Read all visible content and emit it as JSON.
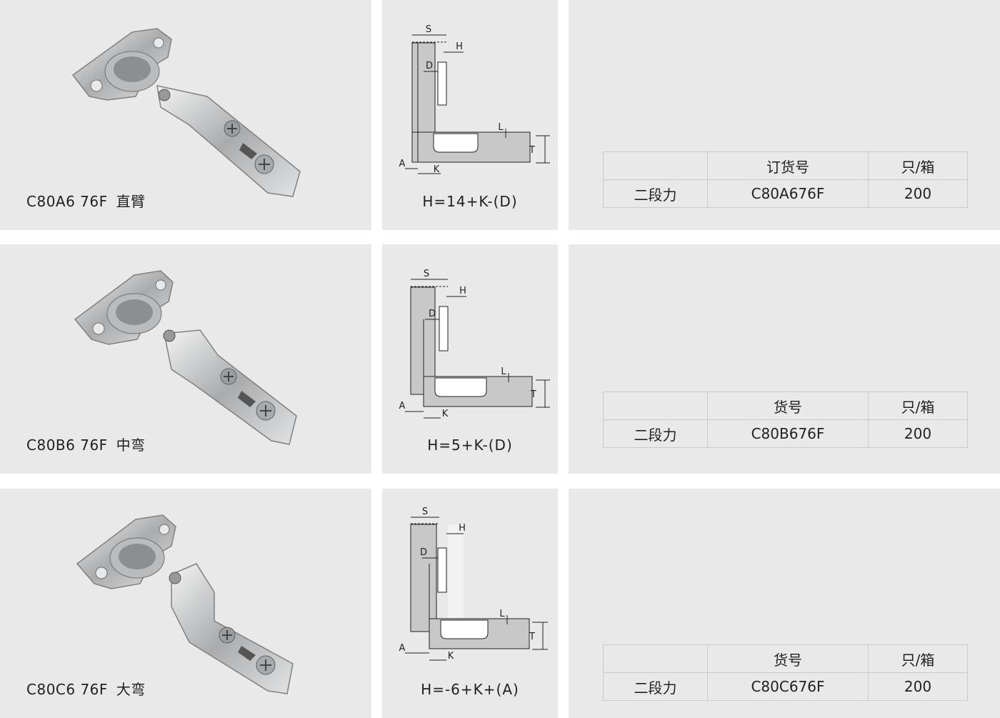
{
  "rows": [
    {
      "model": "C80A6 76F",
      "arm_type": "直臂",
      "formula": "H=14+K-(D)",
      "table": {
        "headers": [
          "",
          "订货号",
          "只/箱"
        ],
        "label": "二段力",
        "order_no": "C80A676F",
        "qty": "200"
      }
    },
    {
      "model": "C80B6 76F",
      "arm_type": "中弯",
      "formula": "H=5+K-(D)",
      "table": {
        "headers": [
          "",
          "货号",
          "只/箱"
        ],
        "label": "二段力",
        "order_no": "C80B676F",
        "qty": "200"
      }
    },
    {
      "model": "C80C6 76F",
      "arm_type": "大弯",
      "formula": "H=-6+K+(A)",
      "table": {
        "headers": [
          "",
          "货号",
          "只/箱"
        ],
        "label": "二段力",
        "order_no": "C80C676F",
        "qty": "200"
      }
    }
  ],
  "diagram_labels": {
    "s": "S",
    "h": "H",
    "d": "D",
    "l": "L",
    "t": "T",
    "a": "A",
    "k": "K"
  },
  "colors": {
    "panel_bg": "#e8e9e8",
    "diagram_fill": "#c8c8c8",
    "text": "#231f20"
  }
}
